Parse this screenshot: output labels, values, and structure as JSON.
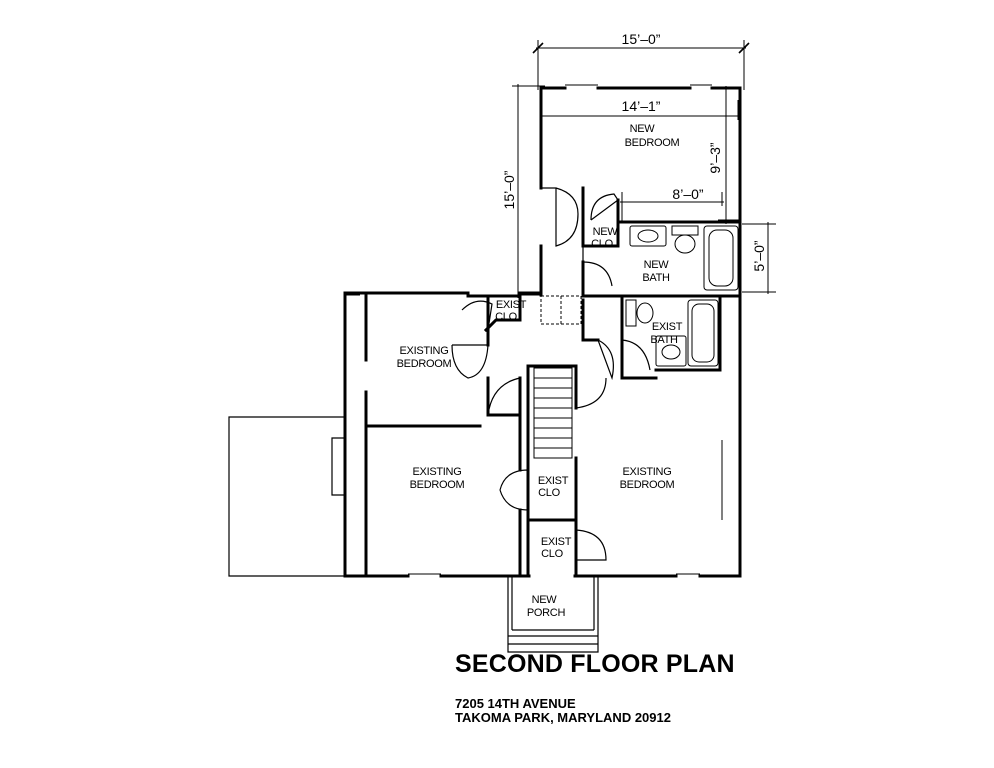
{
  "title": "SECOND FLOOR PLAN",
  "address": {
    "line1": "7205 14TH AVENUE",
    "line2": "TAKOMA PARK, MARYLAND 20912"
  },
  "dimensions": {
    "overall_width": "15’–0”",
    "interior_width": "14’–1”",
    "overall_depth": "15’–0”",
    "bedroom_depth": "9’–3”",
    "bath_width": "8’–0”",
    "bath_depth": "5’–0”"
  },
  "rooms": {
    "new_bedroom": [
      "NEW",
      "BEDROOM"
    ],
    "new_clo": [
      "NEW",
      "CLO"
    ],
    "new_bath": [
      "NEW",
      "BATH"
    ],
    "exist_clo_top": [
      "EXIST",
      "CLO"
    ],
    "exist_bath": [
      "EXIST",
      "BATH"
    ],
    "existing_bedroom_nw": [
      "EXISTING",
      "BEDROOM"
    ],
    "existing_bedroom_sw": [
      "EXISTING",
      "BEDROOM"
    ],
    "existing_bedroom_se": [
      "EXISTING",
      "BEDROOM"
    ],
    "exist_clo_mid": [
      "EXIST",
      "CLO"
    ],
    "exist_clo_low": [
      "EXIST",
      "CLO"
    ],
    "new_porch": [
      "NEW",
      "PORCH"
    ]
  }
}
